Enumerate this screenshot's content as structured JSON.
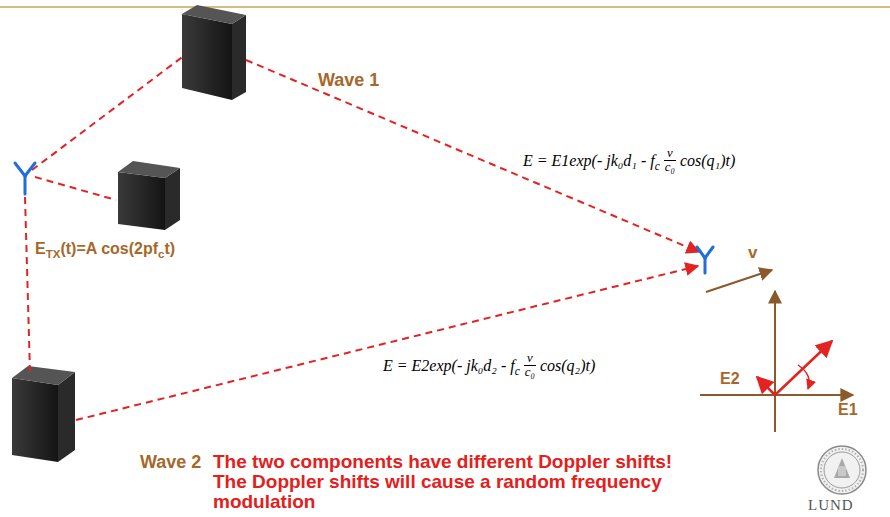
{
  "diagram": {
    "labels": [
      "Wave 1",
      "E = E1exp(- jk₀d₁ - f",
      "c",
      "v",
      "c₀",
      "cos(q₁)t)",
      "v",
      "E",
      "TX",
      "(t)=A cos(2pf",
      "c",
      "t)",
      "E = E2exp(- jk₀d₂ - f",
      "c",
      "v",
      "c₀",
      "cos(q₂)t)",
      "E2",
      "E1",
      "Wave 2",
      "The two components have different Doppler shifts!",
      "The Doppler shifts will cause a random frequency modulation",
      "LUND"
    ]
  }
}
